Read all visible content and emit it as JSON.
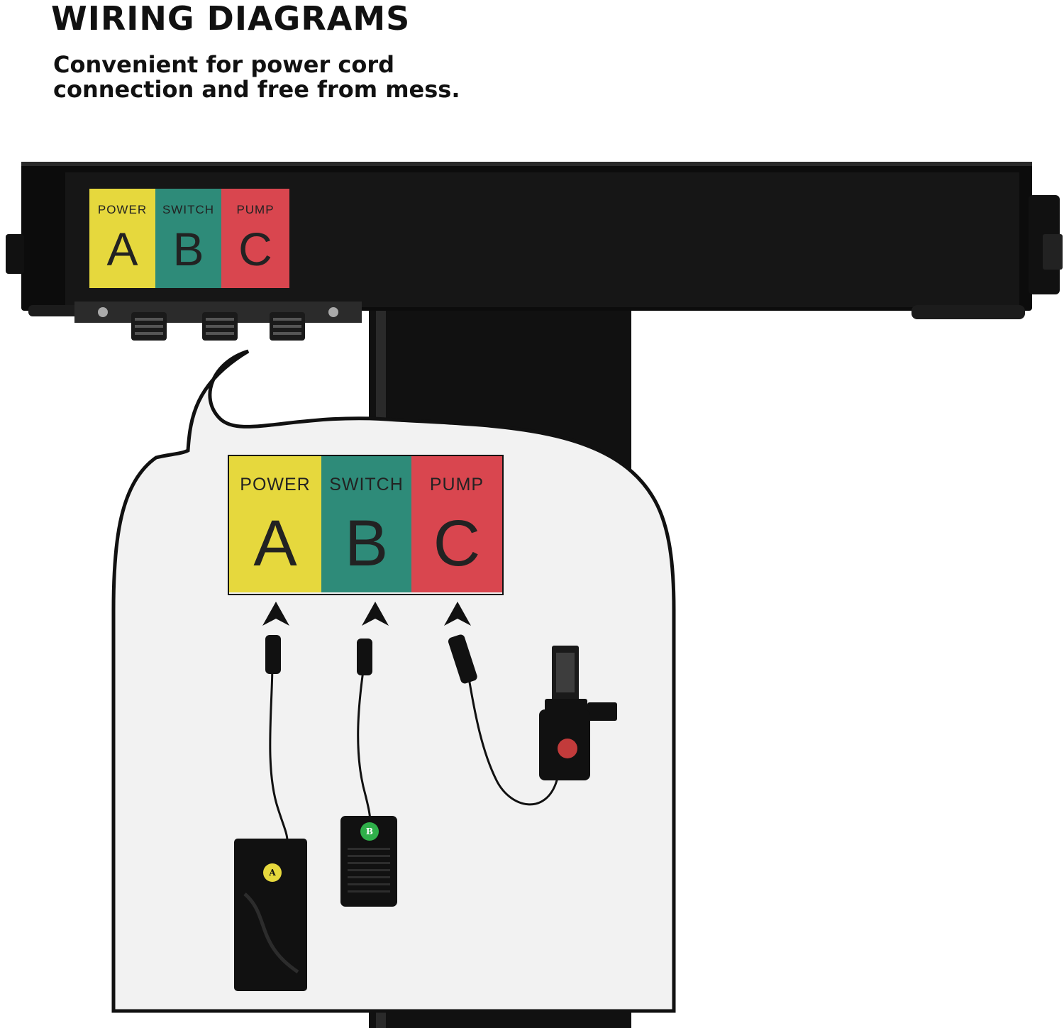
{
  "header": {
    "title": "WIRING DIAGRAMS",
    "subtitle_line1": "Convenient for power cord",
    "subtitle_line2": "connection and free from mess."
  },
  "labels": [
    {
      "word": "POWER",
      "letter": "A",
      "color": "#e6d83d"
    },
    {
      "word": "SWITCH",
      "letter": "B",
      "color": "#2e8b79"
    },
    {
      "word": "PUMP",
      "letter": "C",
      "color": "#d9464f"
    }
  ],
  "devices": {
    "adapter_badge": "A",
    "switch_badge": "B"
  }
}
